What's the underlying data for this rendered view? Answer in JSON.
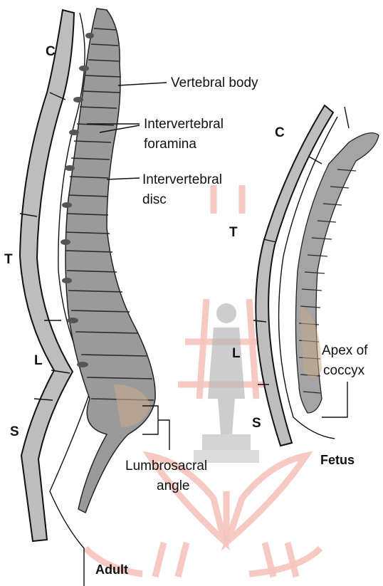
{
  "adult": {
    "caption": "Adult",
    "regions": [
      "C",
      "T",
      "L",
      "S"
    ]
  },
  "fetus": {
    "caption": "Fetus",
    "regions": [
      "C",
      "T",
      "L",
      "S"
    ]
  },
  "labels": {
    "vertebral_body": "Vertebral body",
    "intervertebral_foramina_1": "Intervertebral",
    "intervertebral_foramina_2": "foramina",
    "intervertebral_disc_1": "Intervertebral",
    "intervertebral_disc_2": "disc",
    "lumbrosacral_1": "Lumbrosacral",
    "lumbrosacral_2": "angle",
    "apex_1": "Apex of",
    "apex_2": "coccyx"
  },
  "colors": {
    "bone_fill": "#9a9a9a",
    "bone_dark": "#3a3a3a",
    "watermark": "#f2b6ae"
  }
}
